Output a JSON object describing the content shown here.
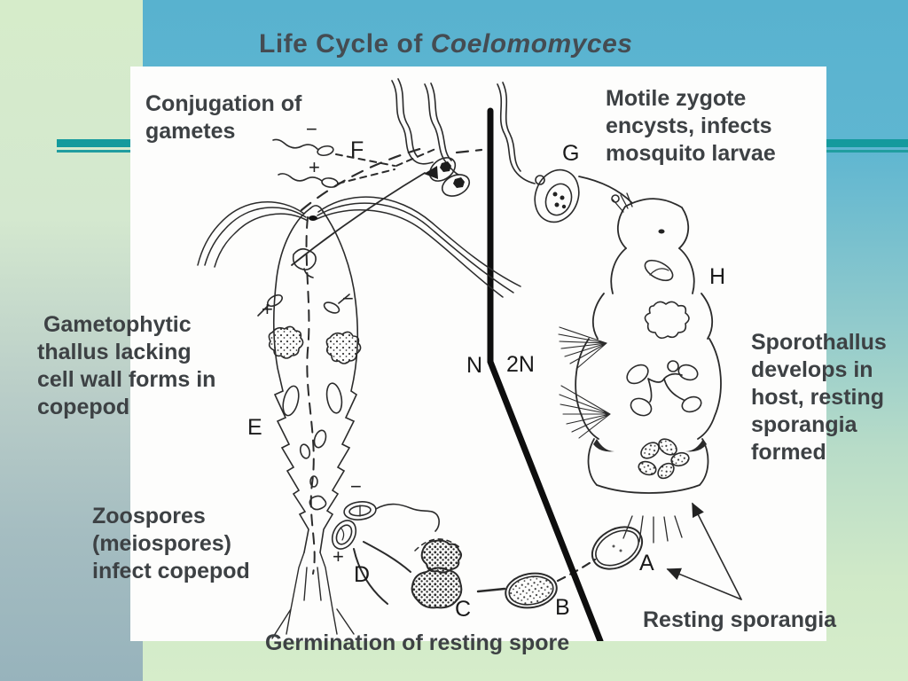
{
  "slide": {
    "title": {
      "prefix": "Life Cycle of ",
      "species": "Coelomomyces"
    },
    "annotations": {
      "conjugation": "Conjugation of\ngametes",
      "motile_zygote": "Motile zygote\nencysts, infects\nmosquito larvae",
      "gametophytic": " Gametophytic\nthallus lacking\ncell wall forms in\ncopepod",
      "sporothallus": "Sporothallus\ndevelops in\nhost, resting\nsporangia\nformed",
      "zoospores": "Zoospores\n(meiospores)\ninfect copepod",
      "germination": "Germination of resting spore",
      "resting_sporangia": "Resting sporangia"
    },
    "stage_letters": {
      "F": "F",
      "G": "G",
      "H": "H",
      "E": "E",
      "N": "N",
      "TWO_N": "2N",
      "D": "D",
      "C": "C",
      "B": "B",
      "A": "A"
    },
    "signs": {
      "plus": "+",
      "minus": "−"
    },
    "colors": {
      "band_blue": "#58b2cf",
      "bottom_green": "#d6edca",
      "strip_top_green": "#d6ecca",
      "strip_bottom_gray": "#97b3bc",
      "rule_teal": "#149a9d",
      "panel_white": "#fdfdfc",
      "text_dark": "#3d4144"
    }
  }
}
